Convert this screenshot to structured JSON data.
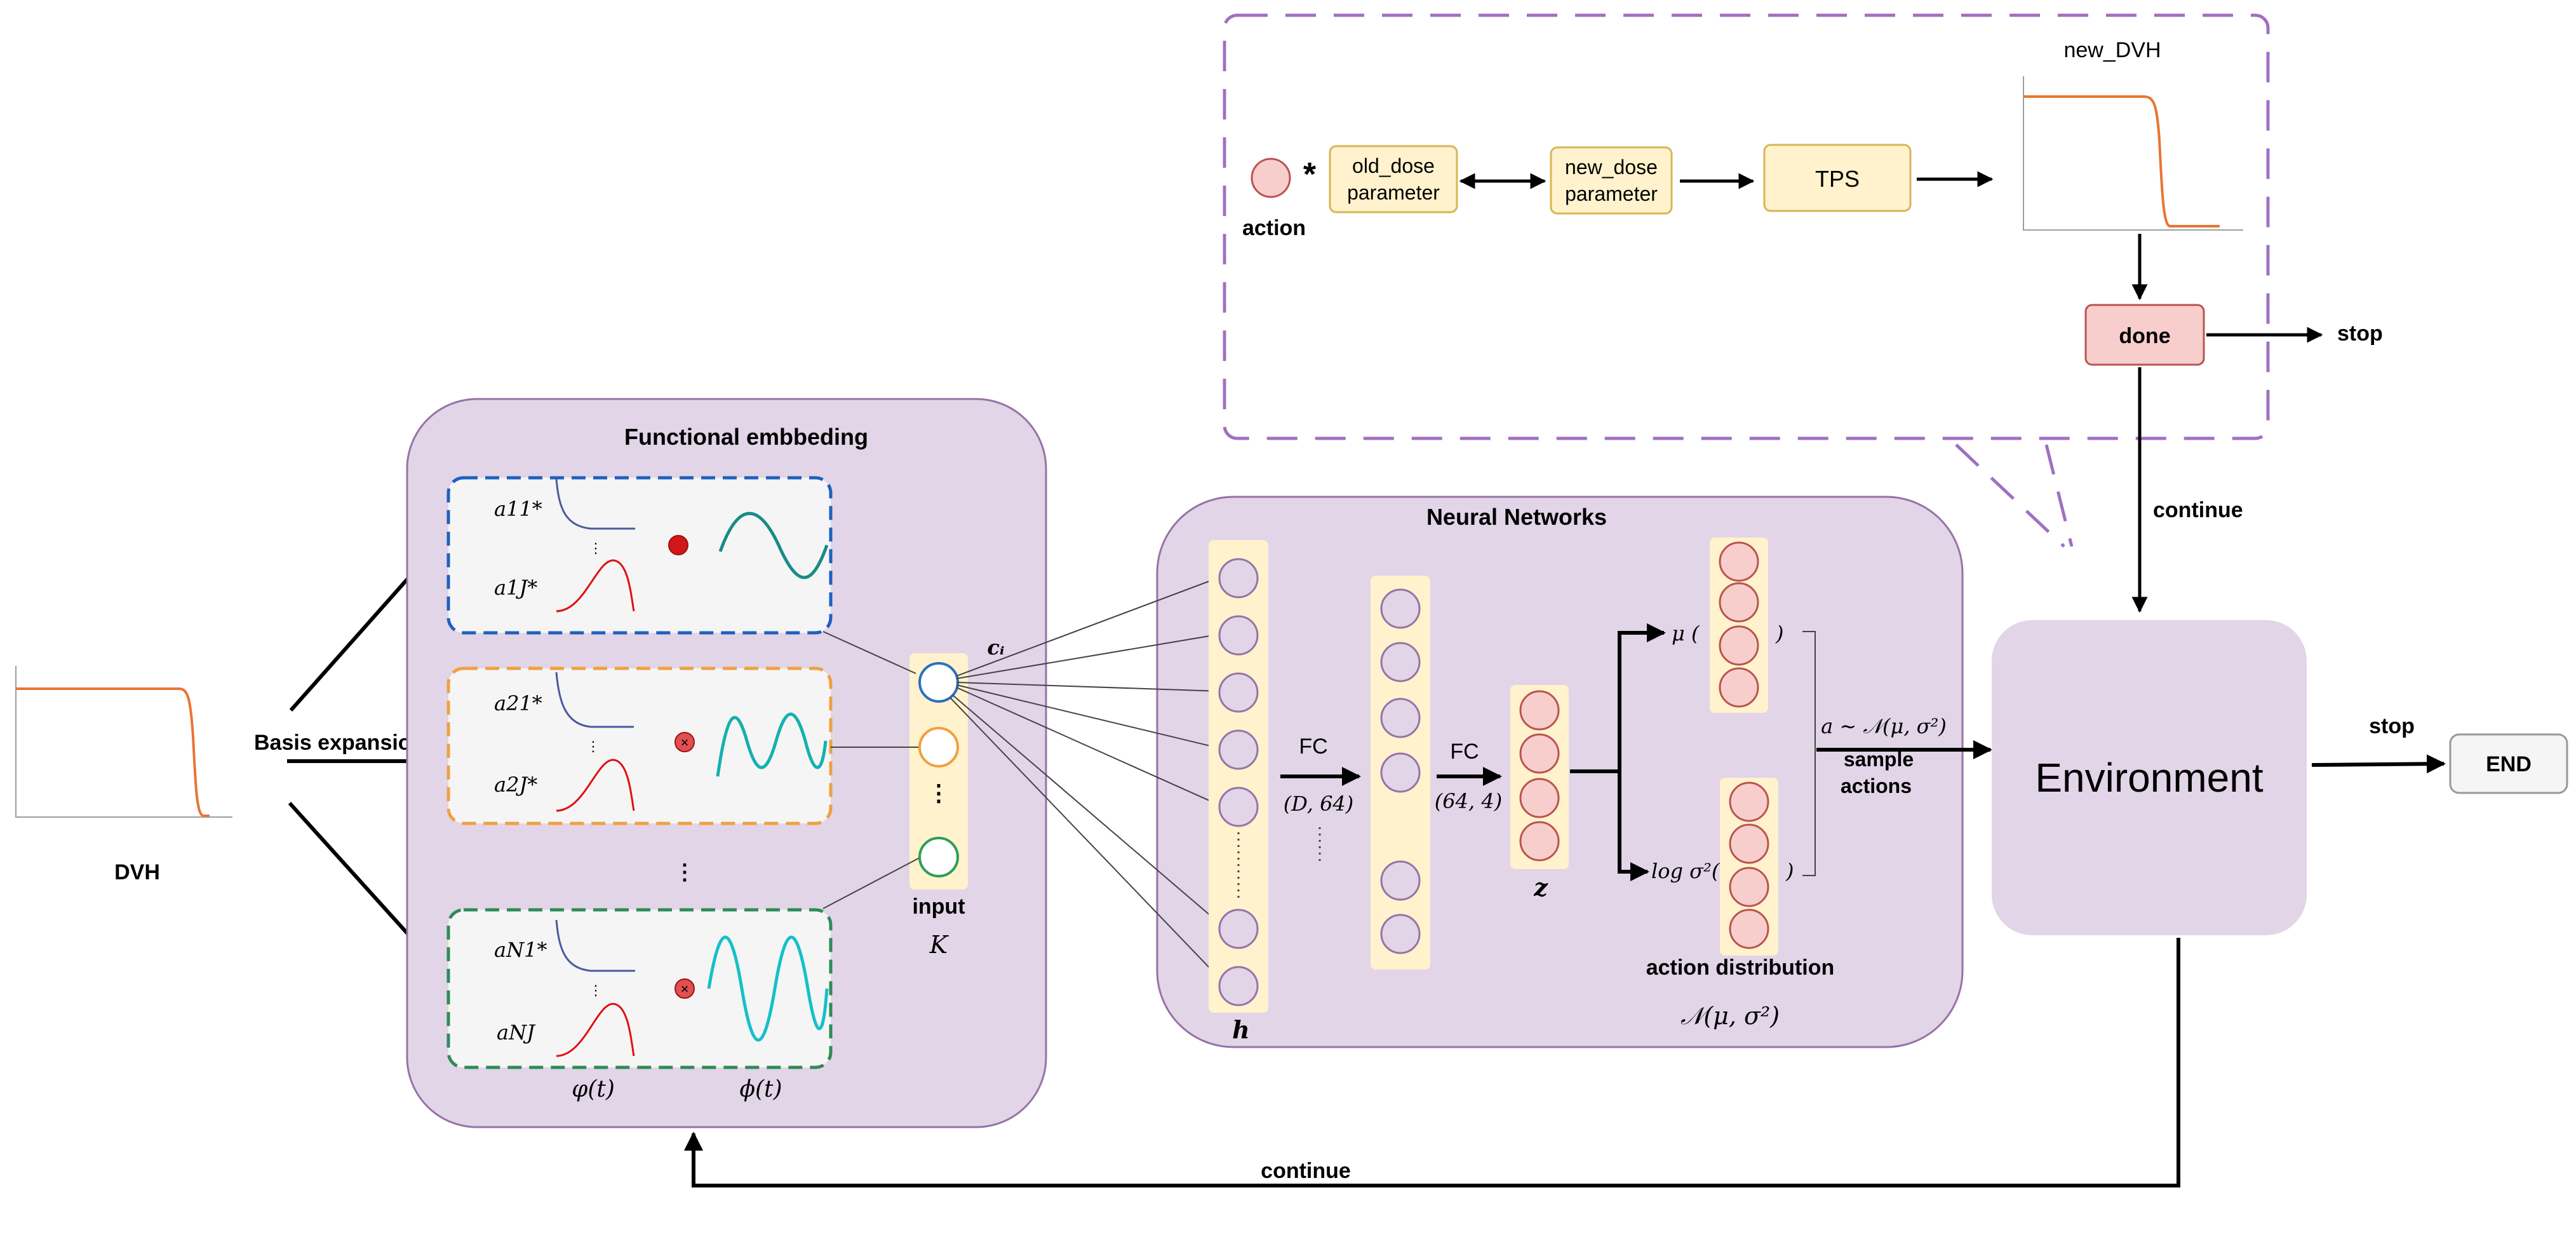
{
  "dvh": {
    "label": "DVH"
  },
  "basis": {
    "label": "Basis expansion"
  },
  "functional": {
    "title": "Functional embbeding",
    "rows": [
      {
        "coef_top": "a11*",
        "coef_bottom": "a1J*",
        "border": "#1f5fbf"
      },
      {
        "coef_top": "a21*",
        "coef_bottom": "a2J*",
        "border": "#f0a040"
      },
      {
        "coef_top": "aN1*",
        "coef_bottom": "aNJ",
        "border": "#2e8b57"
      }
    ],
    "phi_small_label": "φ(t)",
    "phi_label": "ϕ(t)",
    "ci_label": "cᵢ",
    "input_label": "input",
    "k_label": "K"
  },
  "neural": {
    "title": "Neural Networks",
    "h_label": "h",
    "fc1_label": "FC",
    "fc1_dims": "(D, 64)",
    "fc2_label": "FC",
    "fc2_dims": "(64, 4)",
    "z_label": "z",
    "mu_label": "μ (",
    "mu_close": ")",
    "logsig_label": "log σ²(",
    "logsig_close": ")",
    "dist_caption": "action distribution",
    "dist_formula": "𝒩(μ, σ²)",
    "sample_formula": "a ∼ 𝒩(μ, σ²)",
    "sample_line1": "sample",
    "sample_line2": "actions"
  },
  "environment": {
    "label": "Environment"
  },
  "end": {
    "label": "END"
  },
  "stop_right": "stop",
  "continue_bottom": "continue",
  "top": {
    "action_label": "action",
    "star": "*",
    "old_dose_line1": "old_dose",
    "old_dose_line2": "parameter",
    "new_dose_line1": "new_dose",
    "new_dose_line2": "parameter",
    "tps": "TPS",
    "new_dvh_title": "new_DVH",
    "done": "done",
    "stop": "stop",
    "continue": "continue"
  },
  "colors": {
    "panel": "#e1d5e7",
    "panel_stroke": "#9673a6",
    "node_pink": "#f8cecc",
    "node_pink_stroke": "#b85450",
    "node_purple": "#e1d5e7",
    "param_fill": "#fff2cc",
    "param_stroke": "#d6b656",
    "dvh_curve": "#e87533",
    "dashed_top": "#a070c0"
  }
}
